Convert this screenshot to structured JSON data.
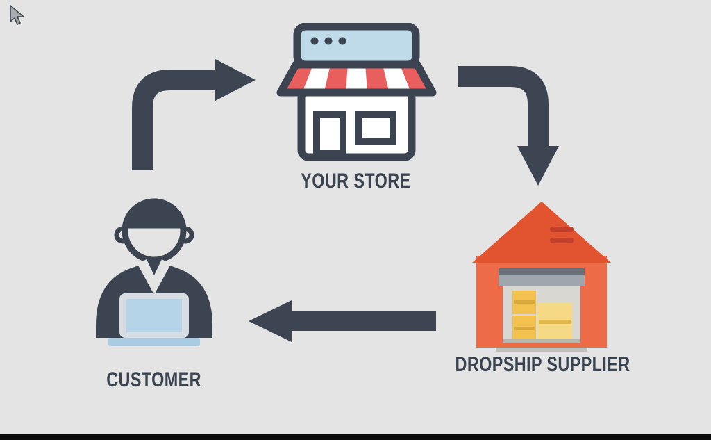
{
  "page": {
    "background_color": "#e3e4e3",
    "bottom_bar_color": "#0c0c0c"
  },
  "diagram": {
    "nodes": [
      {
        "id": "your-store",
        "label": "YOUR STORE",
        "icon": "storefront-icon"
      },
      {
        "id": "dropship-supplier",
        "label": "DROPSHIP SUPPLIER",
        "icon": "warehouse-icon"
      },
      {
        "id": "customer",
        "label": "CUSTOMER",
        "icon": "customer-laptop-icon"
      }
    ],
    "arrows": [
      {
        "from": "customer",
        "to": "your-store",
        "direction": "up-then-right"
      },
      {
        "from": "your-store",
        "to": "dropship-supplier",
        "direction": "right-then-down"
      },
      {
        "from": "dropship-supplier",
        "to": "customer",
        "direction": "left"
      }
    ],
    "colors": {
      "arrow": "#3c4551",
      "label_text": "#3a4350",
      "store_outline": "#3b4450",
      "store_sign_blue": "#bfdbe9",
      "awning_red": "#e85f5e",
      "warehouse_orange": "#ed6c47",
      "warehouse_roof": "#e2532f",
      "box_gold": "#f2c14e",
      "laptop_screen_blue": "#b5d4e8"
    }
  },
  "cursor": {
    "name": "mouse-pointer"
  }
}
